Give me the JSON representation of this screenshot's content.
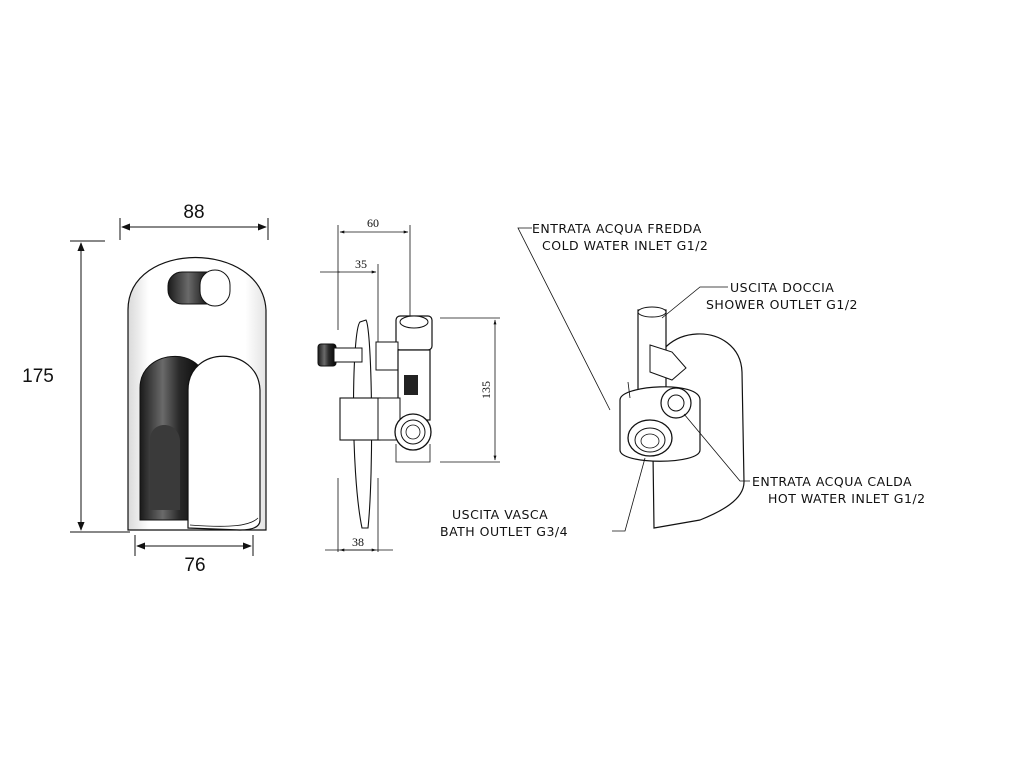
{
  "front_view": {
    "width_top": "88",
    "height": "175",
    "width_bottom": "76"
  },
  "side_view": {
    "depth_total": "60",
    "depth_mid": "35",
    "height_body": "135",
    "depth_plate": "38"
  },
  "callouts": {
    "cold_inlet_it": "ENTRATA ACQUA FREDDA",
    "cold_inlet_en": "COLD WATER INLET G1/2",
    "shower_outlet_it": "USCITA DOCCIA",
    "shower_outlet_en": "SHOWER OUTLET G1/2",
    "hot_inlet_it": "ENTRATA ACQUA CALDA",
    "hot_inlet_en": "HOT WATER INLET G1/2",
    "bath_outlet_it": "USCITA VASCA",
    "bath_outlet_en": "BATH OUTLET G3/4"
  }
}
